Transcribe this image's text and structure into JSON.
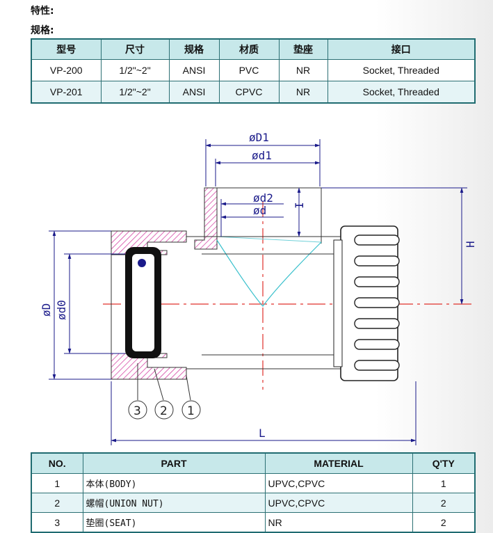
{
  "labels": {
    "features": "特性:",
    "specs": "规格:"
  },
  "spec_table": {
    "headers": [
      "型号",
      "尺寸",
      "规格",
      "材质",
      "垫座",
      "接口"
    ],
    "rows": [
      [
        "VP-200",
        "1/2\"~2\"",
        "ANSI",
        "PVC",
        "NR",
        "Socket, Threaded"
      ],
      [
        "VP-201",
        "1/2\"~2\"",
        "ANSI",
        "CPVC",
        "NR",
        "Socket, Threaded"
      ]
    ]
  },
  "drawing": {
    "dims": {
      "D1": "øD1",
      "d1": "ød1",
      "d2": "ød2",
      "d": "ød",
      "D": "øD",
      "d0": "ød0",
      "H": "H",
      "L": "L",
      "I": "I"
    },
    "callouts": [
      "3",
      "2",
      "1"
    ]
  },
  "parts_table": {
    "headers": [
      "NO.",
      "PART",
      "MATERIAL",
      "Q'TY"
    ],
    "rows": [
      [
        "1",
        "本体(BODY)",
        "UPVC,CPVC",
        "1"
      ],
      [
        "2",
        "螺帽(UNION NUT)",
        "UPVC,CPVC",
        "2"
      ],
      [
        "3",
        "垫圈(SEAT)",
        "NR",
        "2"
      ]
    ]
  }
}
